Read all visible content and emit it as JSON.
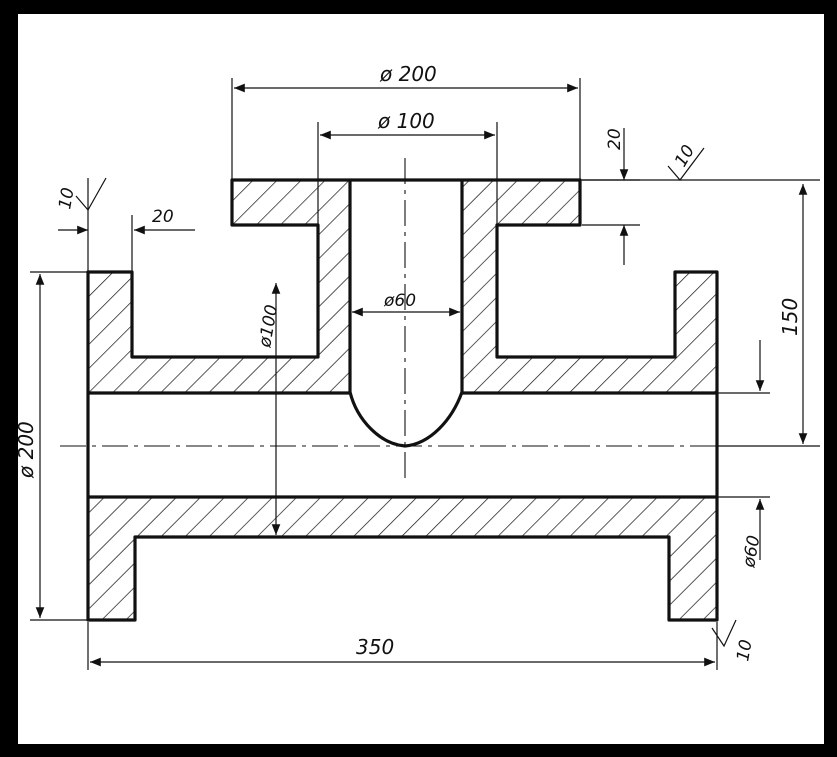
{
  "dimensions": {
    "top_flange_diameter": "ø 200",
    "bore_diameter": "ø 100",
    "branch_flange_thickness": "20",
    "surface_roughness_top": "10",
    "wall_offset_left": "10",
    "flange_width_left": "20",
    "outer_diameter_left": "ø 200",
    "inner_diameter_mid": "ø100",
    "branch_bore_diameter": "ø60",
    "height": "150",
    "inner_diameter_right": "ø60",
    "overall_length": "350",
    "surface_roughness_bottom": "10"
  }
}
